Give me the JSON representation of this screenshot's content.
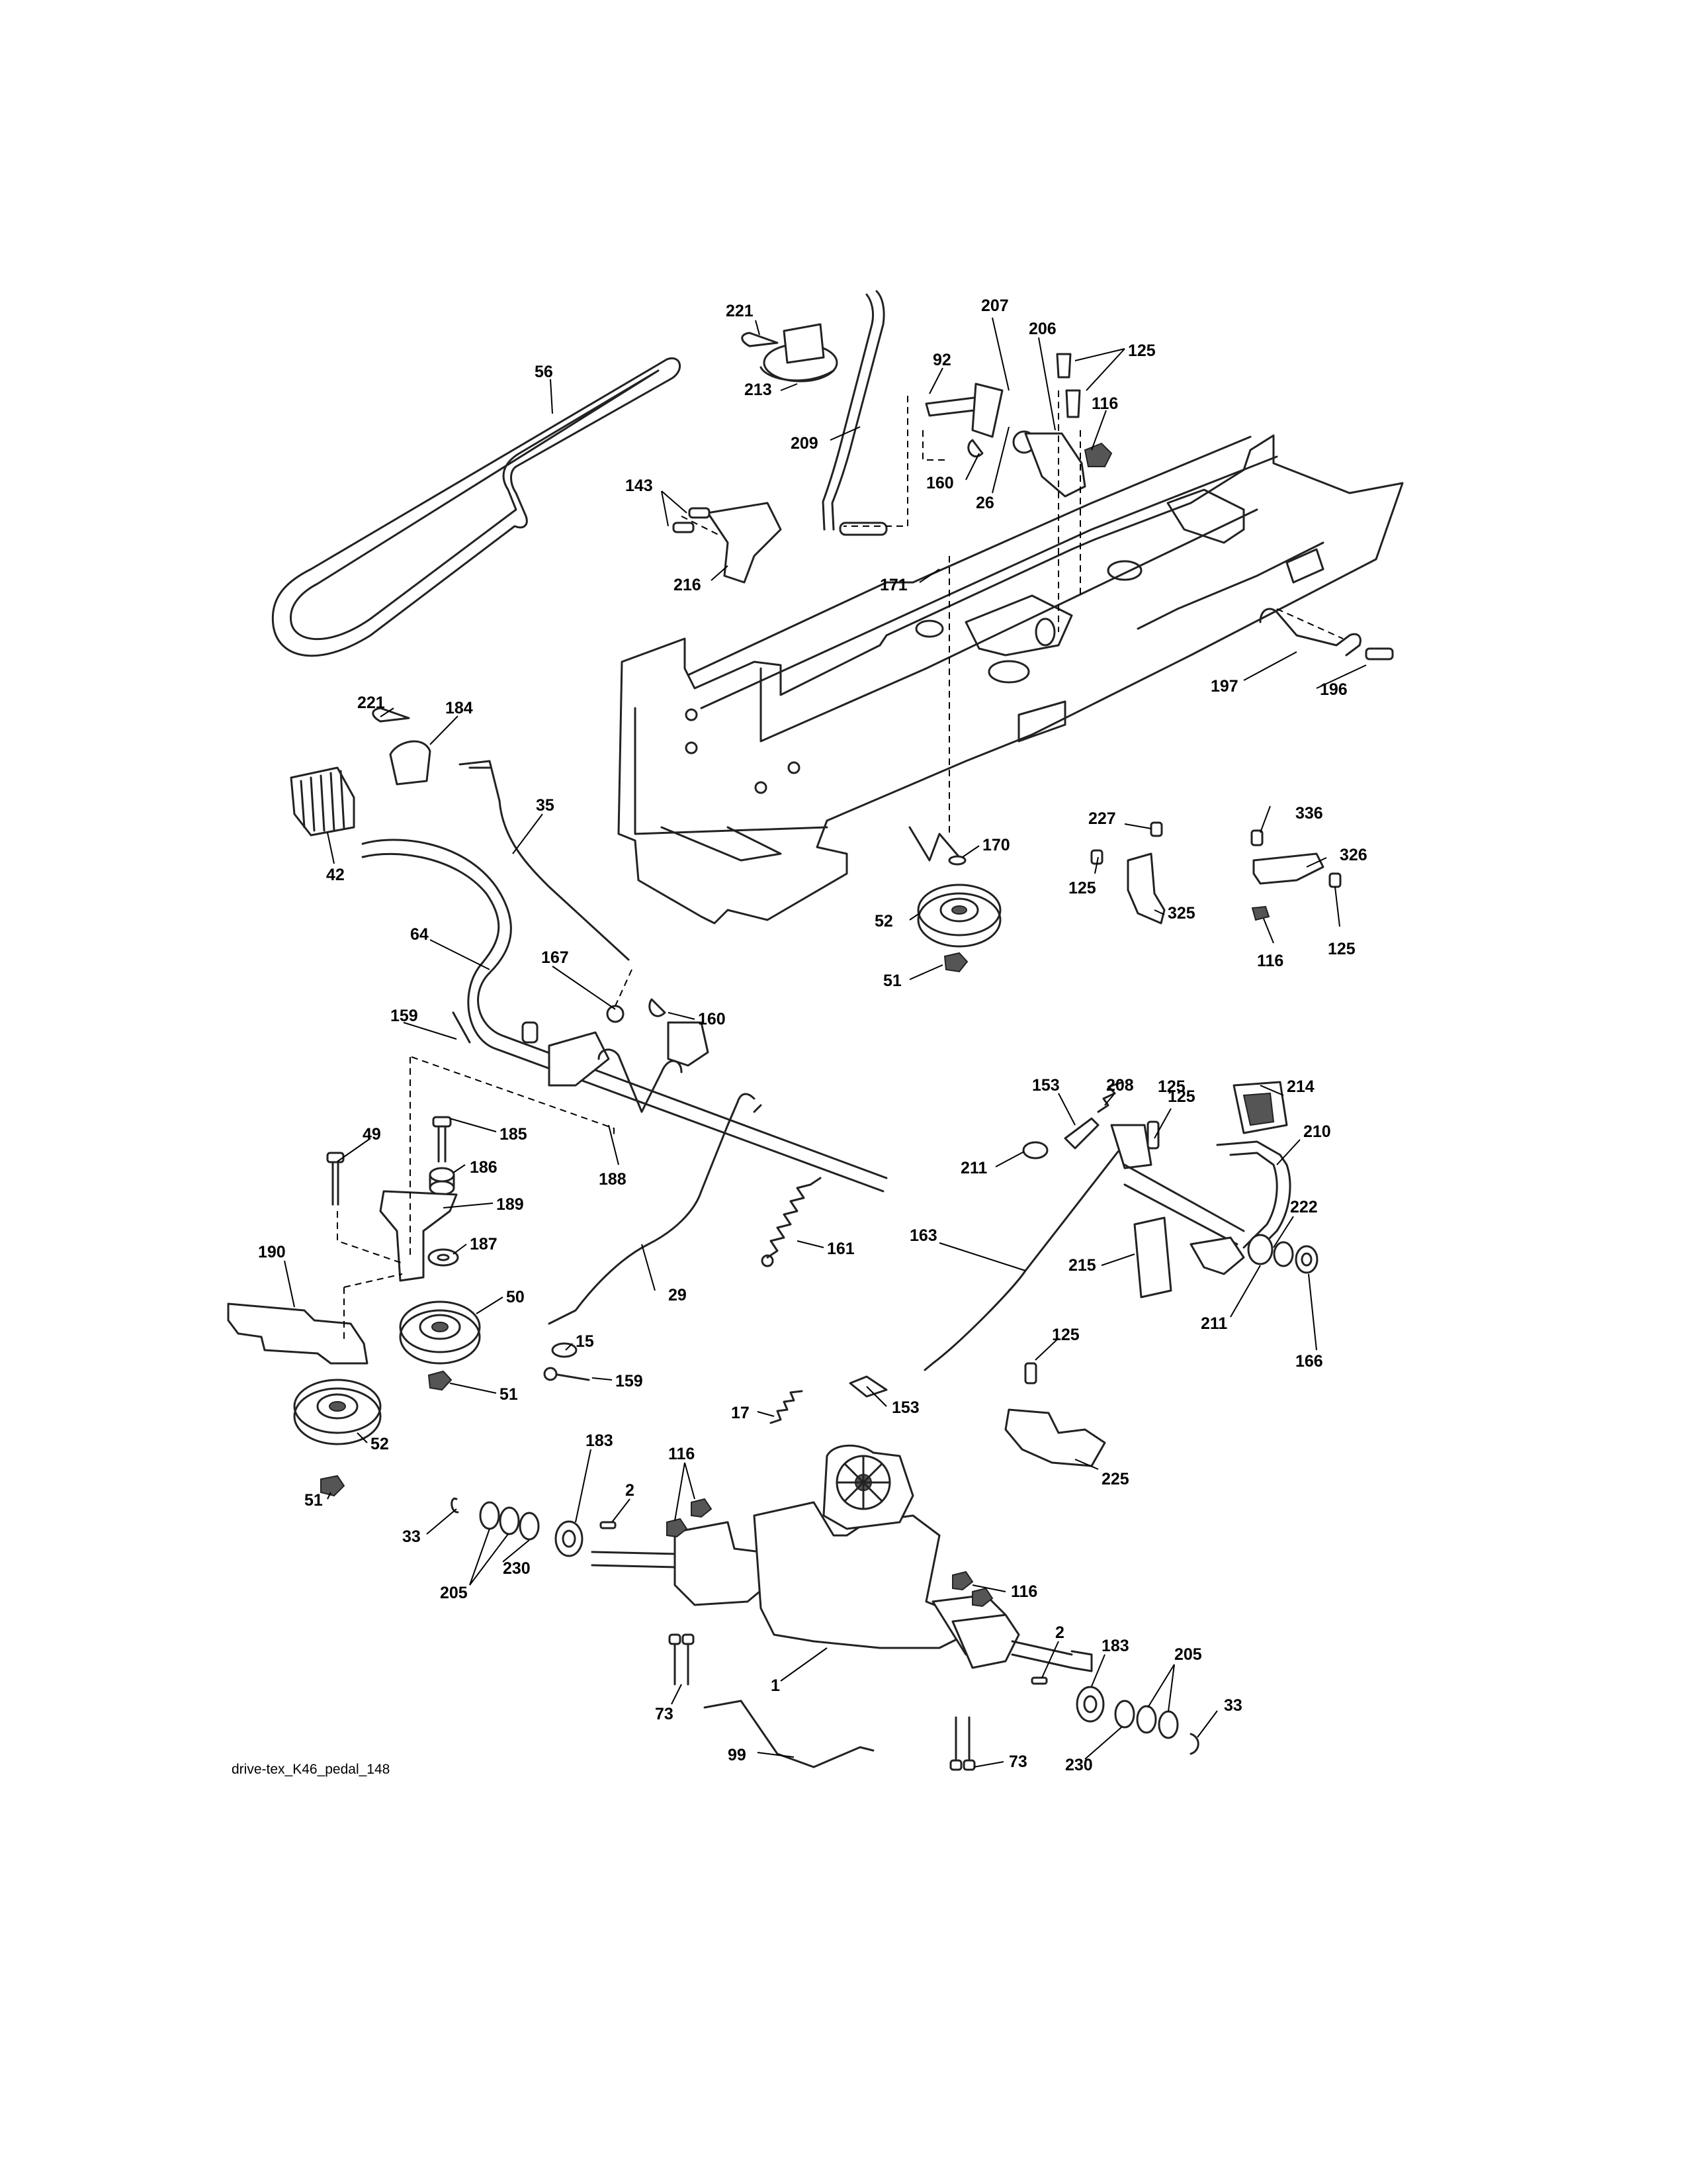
{
  "diagram": {
    "caption": "drive-tex_K46_pedal_148",
    "callouts": [
      "221",
      "213",
      "209",
      "207",
      "92",
      "206",
      "125",
      "116",
      "160",
      "26",
      "56",
      "143",
      "216",
      "171",
      "197",
      "196",
      "221",
      "184",
      "35",
      "42",
      "64",
      "167",
      "160",
      "159",
      "170",
      "52",
      "51",
      "227",
      "125",
      "325",
      "336",
      "326",
      "125",
      "116",
      "125",
      "49",
      "185",
      "186",
      "189",
      "188",
      "187",
      "50",
      "190",
      "161",
      "29",
      "52",
      "51",
      "51",
      "15",
      "159",
      "153",
      "208",
      "125",
      "214",
      "210",
      "211",
      "163",
      "215",
      "222",
      "211",
      "166",
      "125",
      "17",
      "153",
      "225",
      "183",
      "116",
      "2",
      "33",
      "205",
      "230",
      "116",
      "1",
      "2",
      "183",
      "73",
      "99",
      "205",
      "33",
      "73",
      "230"
    ]
  }
}
